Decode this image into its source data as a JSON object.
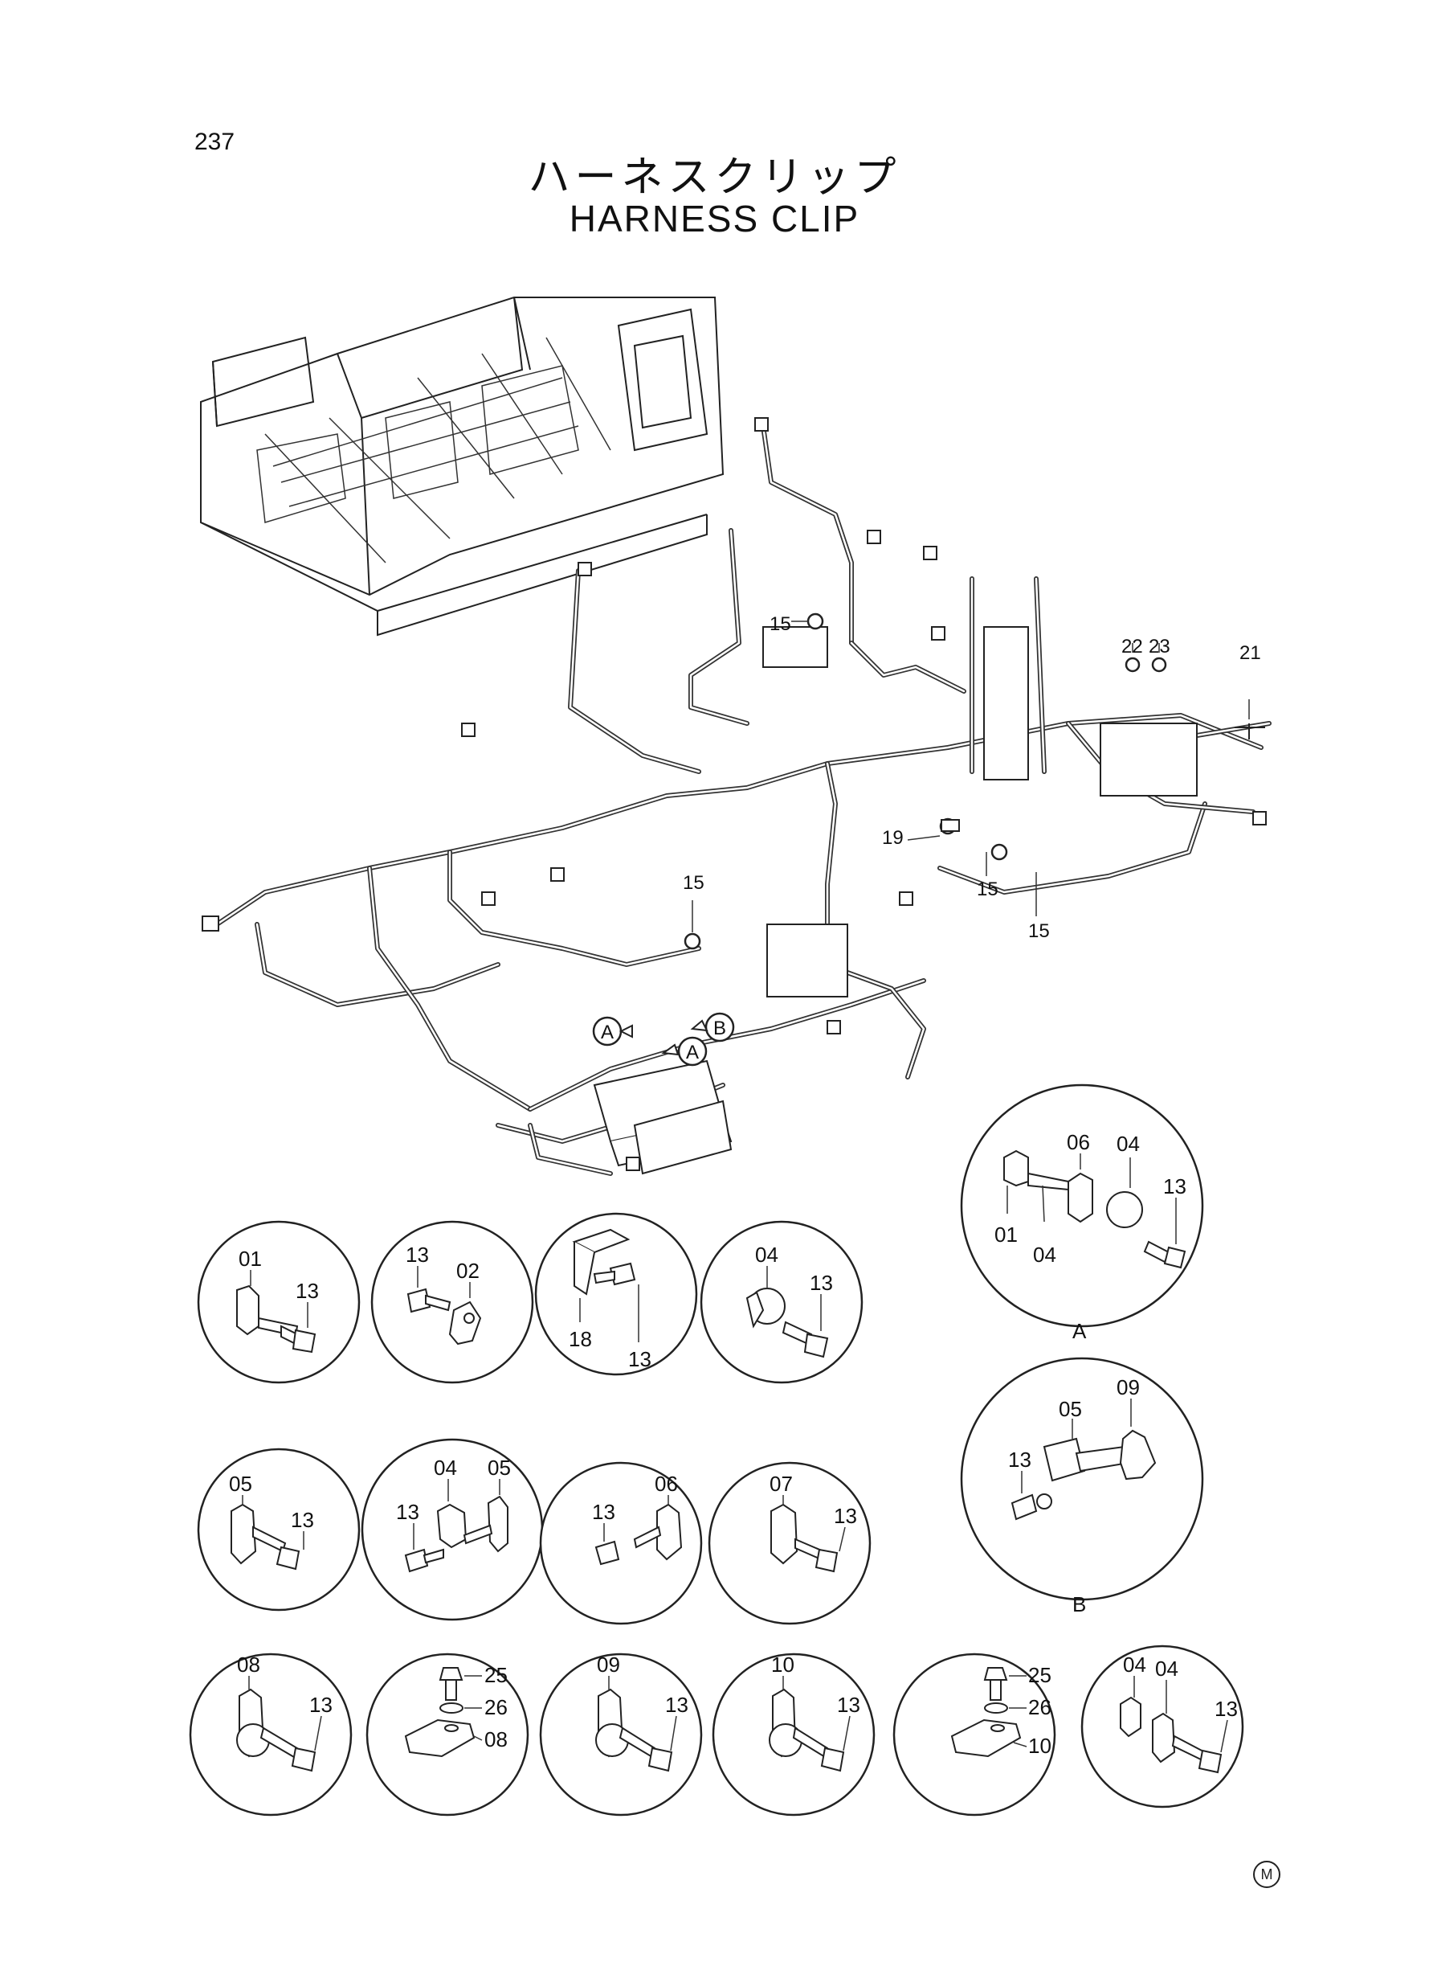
{
  "page_number": "237",
  "title_ja": "ハーネスクリップ",
  "title_en": "HARNESS CLIP",
  "main_callouts": {
    "c15a": "15",
    "c22": "22",
    "c23": "23",
    "c21": "21",
    "c19": "19",
    "c15b": "15",
    "c15c": "15",
    "c15d": "15",
    "ref_a1": "A",
    "ref_a2": "A",
    "ref_b": "B"
  },
  "detail_a": {
    "letter": "A",
    "labels": [
      "06",
      "04",
      "13",
      "01",
      "04"
    ]
  },
  "detail_b": {
    "letter": "B",
    "labels": [
      "09",
      "05",
      "13"
    ]
  },
  "details": {
    "d1": [
      "01",
      "13"
    ],
    "d2": [
      "13",
      "02"
    ],
    "d3": [
      "18",
      "13"
    ],
    "d4": [
      "04",
      "13"
    ],
    "d5": [
      "05",
      "13"
    ],
    "d6": [
      "04",
      "05",
      "13"
    ],
    "d7": [
      "06",
      "13"
    ],
    "d8": [
      "07",
      "13"
    ],
    "d9": [
      "08",
      "13"
    ],
    "d10": [
      "25",
      "26",
      "08"
    ],
    "d11": [
      "09",
      "13"
    ],
    "d12": [
      "10",
      "13"
    ],
    "d13": [
      "25",
      "26",
      "10"
    ],
    "d14": [
      "04",
      "04",
      "13"
    ]
  },
  "corner_mark": "M"
}
